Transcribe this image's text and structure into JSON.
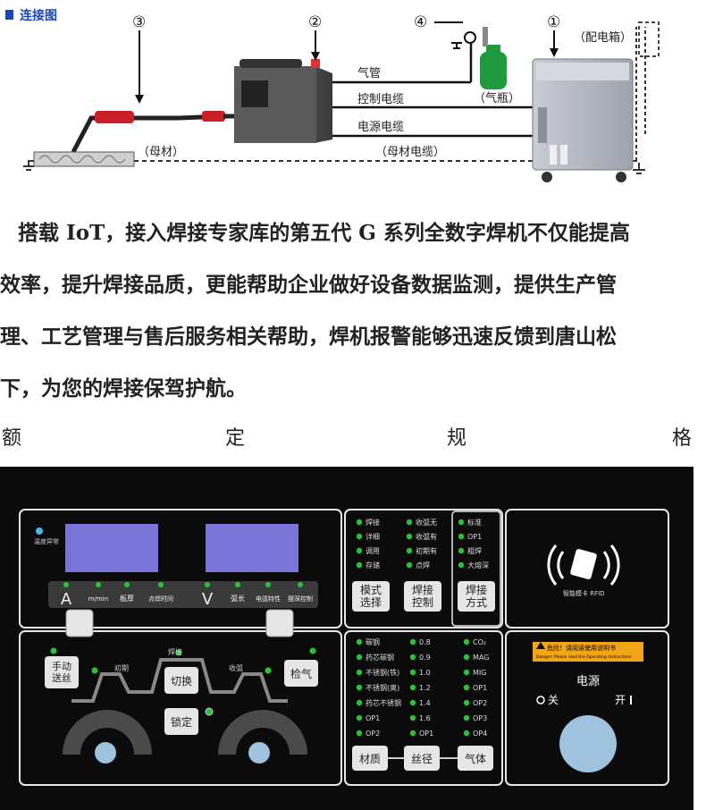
{
  "diagram": {
    "section_title": "连接图",
    "markers": [
      "①",
      "②",
      "③",
      "④"
    ],
    "labels": {
      "distribution_box": "（配电箱）",
      "gas_hose": "气管",
      "control_cable": "控制电缆",
      "power_cable": "电源电缆",
      "gas_cylinder": "（气瓶）",
      "base_metal": "（母材）",
      "base_metal_cable": "（母材电缆）"
    }
  },
  "article": {
    "paragraph": "搭载 IoT，接入焊接专家库的第五代 G 系列全数字焊机不仅能提高效率，提升焊接品质，更能帮助企业做好设备数据监测，提供生产管理、工艺管理与售后服务相关帮助，焊机报警能够迅速反馈到唐山松下，为您的焊接保驾护航。",
    "lines": [
      "搭载 IoT，接入焊接专家库的第五代 G 系列全数字焊机不仅能提高",
      "效率，提升焊接品质，更能帮助企业做好设备数据监测，提供生产管",
      "理、工艺管理与售后服务相关帮助，焊机报警能够迅速反馈到唐山松",
      "下，为您的焊接保驾护航。"
    ],
    "spec_heading": [
      "额",
      "定",
      "规",
      "格"
    ]
  },
  "panel": {
    "temp_alarm": "温度异常",
    "left_display_units": [
      "A",
      "m/min",
      "板厚",
      "点焊时间"
    ],
    "right_display_units": [
      "V",
      "弧长",
      "电弧特性",
      "摆深控制"
    ],
    "func_list_1": [
      "焊接",
      "详细",
      "调用",
      "存储"
    ],
    "func_list_2": [
      "收弧无",
      "收弧有",
      "初期有",
      "点焊"
    ],
    "func_list_3": [
      "标准",
      "OP1",
      "粗焊",
      "大熔深"
    ],
    "btn_mode_select": "模式选择",
    "btn_weld_control": "焊接控制",
    "btn_weld_method": "焊接方式",
    "rfid_label": "智能模卡 RFID",
    "btn_manual_feed": "手动送丝",
    "btn_gas_check": "检气",
    "btn_switch": "切换",
    "btn_lock": "锁定",
    "seq_labels": [
      "初期",
      "焊接",
      "收弧"
    ],
    "materials": [
      "碳钢",
      "药芯碳钢",
      "不锈钢(铁)",
      "不锈钢(奥)",
      "药芯不锈钢",
      "OP1",
      "OP2"
    ],
    "wire_diameters": [
      "0.8",
      "0.9",
      "1.0",
      "1.2",
      "1.4",
      "1.6",
      "OP1"
    ],
    "gases": [
      "CO₂",
      "MAG",
      "MIG",
      "OP1",
      "OP2",
      "OP3",
      "OP4"
    ],
    "btn_material": "材质",
    "btn_wire": "丝径",
    "btn_gas": "气体",
    "warning_text": "危险！请阅读使用说明书",
    "warning_sub": "Danger! Please read the Operating Instructions",
    "power_title": "电源",
    "power_off": "关",
    "power_on": "开",
    "colors": {
      "panel_bg": "#0b0b0b",
      "display": "#7a73d8",
      "led_green": "#27c43a",
      "knob": "#9fc3de"
    }
  }
}
